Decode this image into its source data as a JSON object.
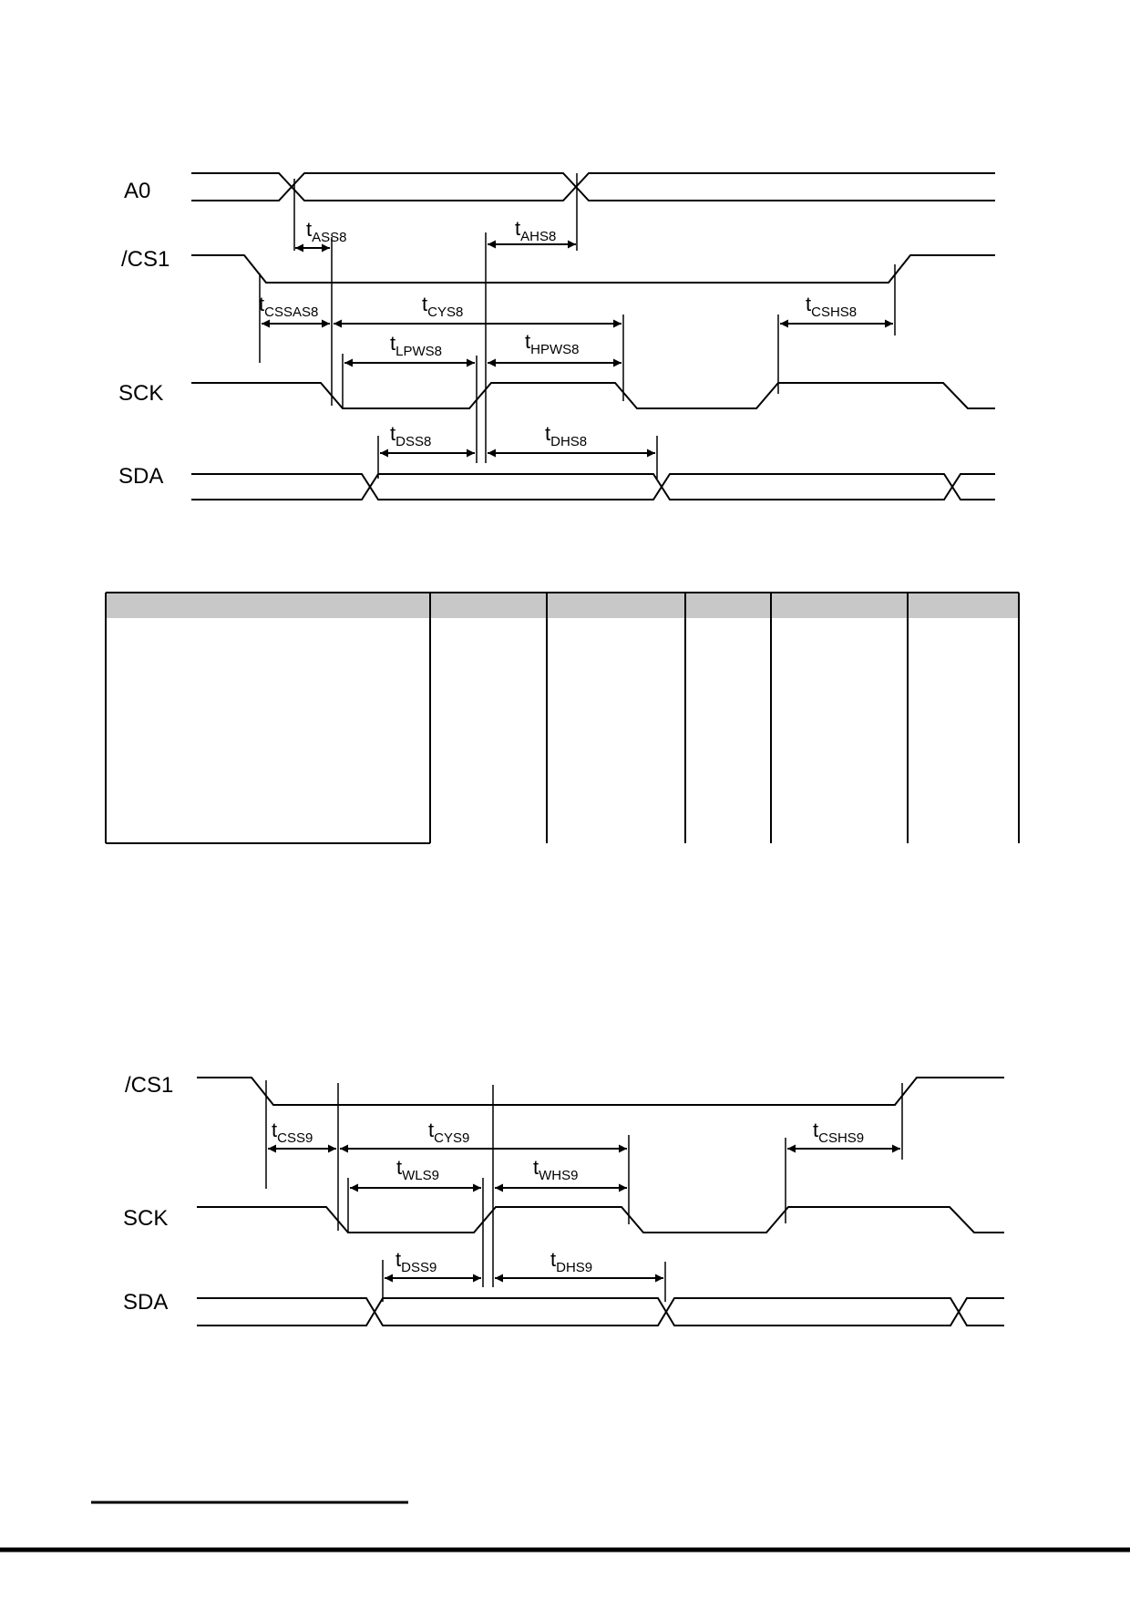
{
  "diagram_8bit": {
    "signals": {
      "a0": "A0",
      "cs1": "/CS1",
      "sck": "SCK",
      "sda": "SDA"
    },
    "timings": {
      "tass8": {
        "t": "t",
        "sub": "ASS8"
      },
      "tahs8": {
        "t": "t",
        "sub": "AHS8"
      },
      "tcssas8": {
        "t": "t",
        "sub": "CSSAS8"
      },
      "tcys8": {
        "t": "t",
        "sub": "CYS8"
      },
      "tcshs8": {
        "t": "t",
        "sub": "CSHS8"
      },
      "tlpws8": {
        "t": "t",
        "sub": "LPWS8"
      },
      "thpws8": {
        "t": "t",
        "sub": "HPWS8"
      },
      "tdss8": {
        "t": "t",
        "sub": "DSS8"
      },
      "tdhs8": {
        "t": "t",
        "sub": "DHS8"
      }
    }
  },
  "diagram_9bit": {
    "signals": {
      "cs1": "/CS1",
      "sck": "SCK",
      "sda": "SDA"
    },
    "timings": {
      "tcss9": {
        "t": "t",
        "sub": "CSS9"
      },
      "tcys9": {
        "t": "t",
        "sub": "CYS9"
      },
      "tcshs9": {
        "t": "t",
        "sub": "CSHS9"
      },
      "twls9": {
        "t": "t",
        "sub": "WLS9"
      },
      "twhs9": {
        "t": "t",
        "sub": "WHS9"
      },
      "tdss9": {
        "t": "t",
        "sub": "DSS9"
      },
      "tdhs9": {
        "t": "t",
        "sub": "DHS9"
      }
    }
  },
  "colors": {
    "ink": "#000000",
    "table_header": "#c8c8c8"
  }
}
